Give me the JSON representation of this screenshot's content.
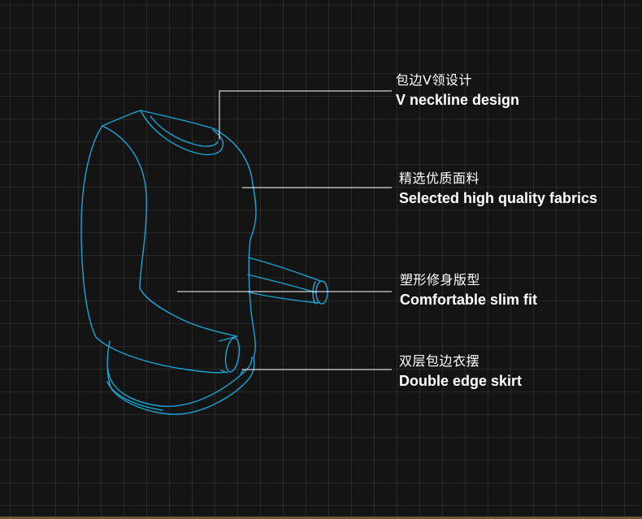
{
  "callouts": [
    {
      "zh": "包边V领设计",
      "en": "V neckline design"
    },
    {
      "zh": "精选优质面料",
      "en": "Selected high quality fabrics"
    },
    {
      "zh": "塑形修身版型",
      "en": "Comfortable slim fit"
    },
    {
      "zh": "双层包边衣摆",
      "en": "Double edge skirt"
    }
  ],
  "colors": {
    "background": "#141414",
    "outline": "#1aa6d6",
    "leader": "#ffffff",
    "text": "#ffffff"
  }
}
